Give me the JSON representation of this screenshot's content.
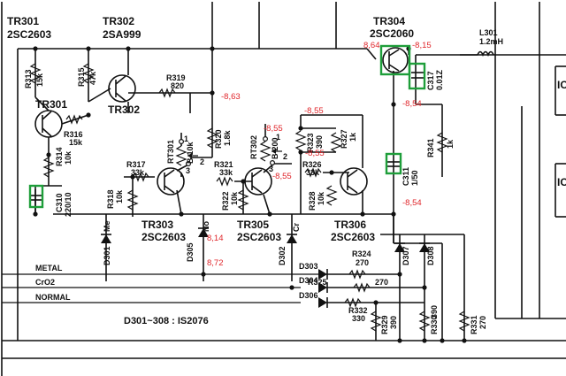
{
  "colors": {
    "measurement": "#e0262b",
    "highlight": "#1e9e3a",
    "ink": "#111111"
  },
  "transistors": {
    "tr301": {
      "ref": "TR301",
      "part": "2SC2603"
    },
    "tr302": {
      "ref": "TR302",
      "part": "2SA999"
    },
    "tr303": {
      "ref": "TR303",
      "part": "2SC2603"
    },
    "tr304": {
      "ref": "TR304",
      "part": "2SC2060"
    },
    "tr305": {
      "ref": "TR305",
      "part": "2SC2603"
    },
    "tr306": {
      "ref": "TR306",
      "part": "2SC2603"
    }
  },
  "resistors": {
    "r313": {
      "ref": "R313",
      "value": "15k"
    },
    "r315": {
      "ref": "R315",
      "value": "47k"
    },
    "r316": {
      "ref": "R316",
      "value": "15k"
    },
    "r314": {
      "ref": "R314",
      "value": "10k"
    },
    "r319": {
      "ref": "R319",
      "value": "820"
    },
    "r320": {
      "ref": "R320",
      "value": "1.8k"
    },
    "r317": {
      "ref": "R317",
      "value": "33k"
    },
    "r318": {
      "ref": "R318",
      "value": "10k"
    },
    "r321": {
      "ref": "R321",
      "value": "33k"
    },
    "r322": {
      "ref": "R322",
      "value": "10k"
    },
    "r323": {
      "ref": "R323",
      "value": "390"
    },
    "r326": {
      "ref": "R326",
      "value": "33k"
    },
    "r327": {
      "ref": "R327",
      "value": "1k"
    },
    "r328": {
      "ref": "R328",
      "value": "10k"
    },
    "r341": {
      "ref": "R341",
      "value": "1k"
    },
    "r324": {
      "ref": "R324",
      "value": "270"
    },
    "r325": {
      "ref": "R325",
      "value": "270"
    },
    "r329": {
      "ref": "R329",
      "value": "390"
    },
    "r330": {
      "ref": "R330",
      "value": "390"
    },
    "r331": {
      "ref": "R331",
      "value": "270"
    },
    "r332": {
      "ref": "R332",
      "value": "330"
    }
  },
  "trimmers": {
    "rt301": {
      "ref": "RT301",
      "value": "B-10k"
    },
    "rt302": {
      "ref": "RT302",
      "value": "B-200"
    }
  },
  "capacitors": {
    "c310": {
      "ref": "C310",
      "value": "220/10"
    },
    "c317": {
      "ref": "C317",
      "value": "0.01Z"
    },
    "c311": {
      "ref": "C311",
      "value": "1/50"
    }
  },
  "inductor": {
    "ref": "L301",
    "value": "1.2mH"
  },
  "diodes": {
    "d301": "D301",
    "d302": "D302",
    "d303": "D303",
    "d304": "D304",
    "d305": "D305",
    "d306": "D306",
    "d307": "D307",
    "d308": "D308"
  },
  "diode_note": "D301~308 : IS2076",
  "switch_lines": {
    "metal": "METAL",
    "cro2": "CrO2",
    "normal": "NORMAL"
  },
  "switch_labels": {
    "me": "Me",
    "no": "No",
    "cr": "Cr"
  },
  "pin_numbers": {
    "p1": "1",
    "p2": "2",
    "p3": "3"
  },
  "right_edge": {
    "ic_top": "IC",
    "ic_bottom": "IC"
  },
  "measurements": {
    "tr304_b": "8,64",
    "tr304_c": "-8,15",
    "tr302_c": "-8,63",
    "rt302_top": "-8,55",
    "r323_top": "-8,55",
    "r323_node": "-8,55",
    "tr305_c": "-8,55",
    "tr304_e": "-8,54",
    "c311_bottom": "-8,54",
    "d305_k": "8,14",
    "d305_a": "8,72"
  }
}
